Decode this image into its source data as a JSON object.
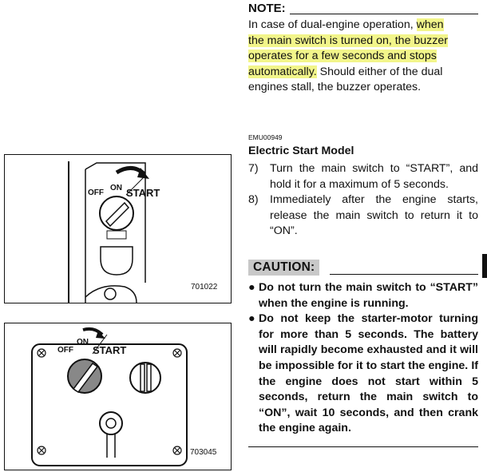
{
  "note": {
    "title": "NOTE:",
    "line1_pre": "In case of dual-engine operation, ",
    "line1_hl": "when",
    "line2": "the main switch is turned on, the buzzer",
    "line3": "operates for a few seconds and stops",
    "line4_hl": "automatically.",
    "line4_post": " Should either of the dual",
    "line5": "engines stall, the buzzer operates."
  },
  "section": {
    "code": "EMU00949",
    "title": "Electric Start Model",
    "steps": [
      {
        "num": "7)",
        "text": "Turn the main switch to “START”, and hold it for a maximum of 5 seconds."
      },
      {
        "num": "8)",
        "text": "Immediately after the engine starts, release the main switch to return it to “ON”."
      }
    ]
  },
  "caution": {
    "label": "CAUTION:",
    "items": [
      "Do not turn the main switch to “START” when the engine is running.",
      "Do not keep the starter-motor turning for more than 5 seconds. The battery will rapidly become exhausted and it will be impossible for it to start the engine. If the engine does not start within 5 seconds, return the main switch to “ON”, wait 10 seconds, and then crank the engine again."
    ],
    "bullet": "●"
  },
  "figure1": {
    "code": "701022",
    "off": "OFF",
    "on": "ON",
    "start": "START"
  },
  "figure2": {
    "code": "703045",
    "off": "OFF",
    "on": "ON",
    "start": "START"
  }
}
